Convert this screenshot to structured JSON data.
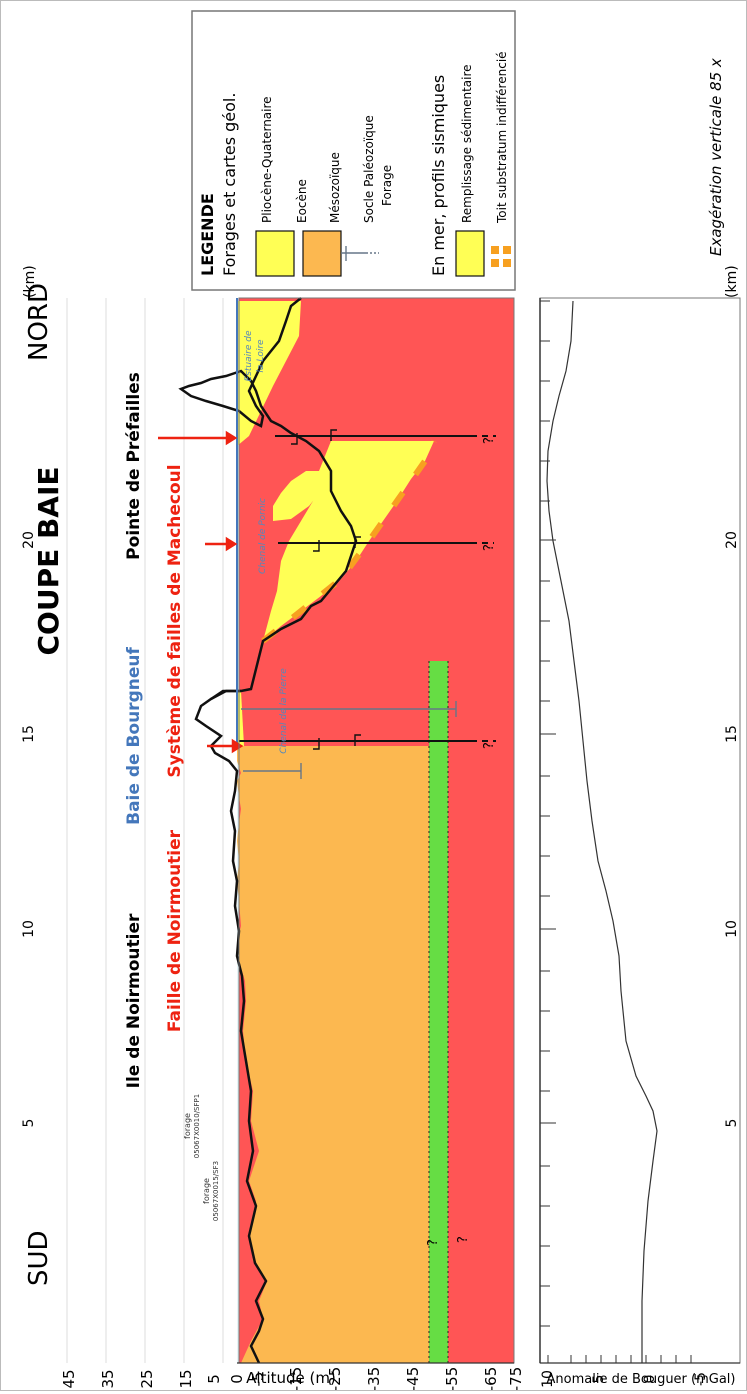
{
  "title": "COUPE BAIE",
  "directions": {
    "south": "SUD",
    "north": "NORD"
  },
  "km_unit": "(km)",
  "km_ticks": [
    "5",
    "10",
    "15",
    "20"
  ],
  "places": {
    "noirmoutier": "Ile de Noirmoutier",
    "bourgneuf": "Baie de Bourgneuf",
    "prefailles": "Pointe de Préfailles"
  },
  "faults": {
    "noirmoutier": "Faille de Noirmoutier",
    "machecoul": "Système de failles de Machecoul"
  },
  "channels": {
    "la_pierre": "Chenal de la Pierre",
    "pornic": "Chenal de Pornic",
    "loire": [
      "Estuaire de",
      "la Loire"
    ]
  },
  "boreholes": [
    {
      "line1": "forage",
      "line2": "05067X0015/SF3"
    },
    {
      "line1": "forage",
      "line2": "05067X0010/SFP1"
    }
  ],
  "altitude_axis": {
    "label": "Altitude (m)",
    "ticks": [
      "45",
      "35",
      "25",
      "15",
      "5",
      "0",
      "-5",
      "-15",
      "-25",
      "-35",
      "-45",
      "-55",
      "-65",
      "-75"
    ]
  },
  "gravity_axis": {
    "label": "Anomalie de Bouguer (mGal)",
    "ticks": [
      "10",
      "5",
      "0",
      "-5"
    ]
  },
  "exaggeration": "Exagération verticale 85 x",
  "legend": {
    "title": "LEGENDE",
    "section1": "Forages et cartes géol.",
    "items": [
      {
        "label": "Pliocène-Quaternaire",
        "color": "#ffff55"
      },
      {
        "label": "Eocène",
        "color": "#fcb850"
      },
      {
        "label": "Mésozoïque",
        "color": "#66dd44"
      },
      {
        "label": "Socle Paléozoïque",
        "color": "#ff5555"
      },
      {
        "label": "Forage",
        "icon": "borehole-icon"
      }
    ],
    "section2": "En mer, profils sismiques",
    "items2": [
      {
        "label": "Remplissage sédimentaire",
        "color": "#ffff55"
      },
      {
        "label": "Toit substratum indifférencié",
        "color": "#f7a020"
      }
    ]
  },
  "question_mark": "?",
  "colors": {
    "sea": "#e5f3f6",
    "sea_line": "#4477bb",
    "pliocene": "#ffff55",
    "eocene": "#fcb850",
    "mesozoic": "#66dd44",
    "paleozoic": "#ff5555",
    "fault_arrow": "#ee2211"
  }
}
